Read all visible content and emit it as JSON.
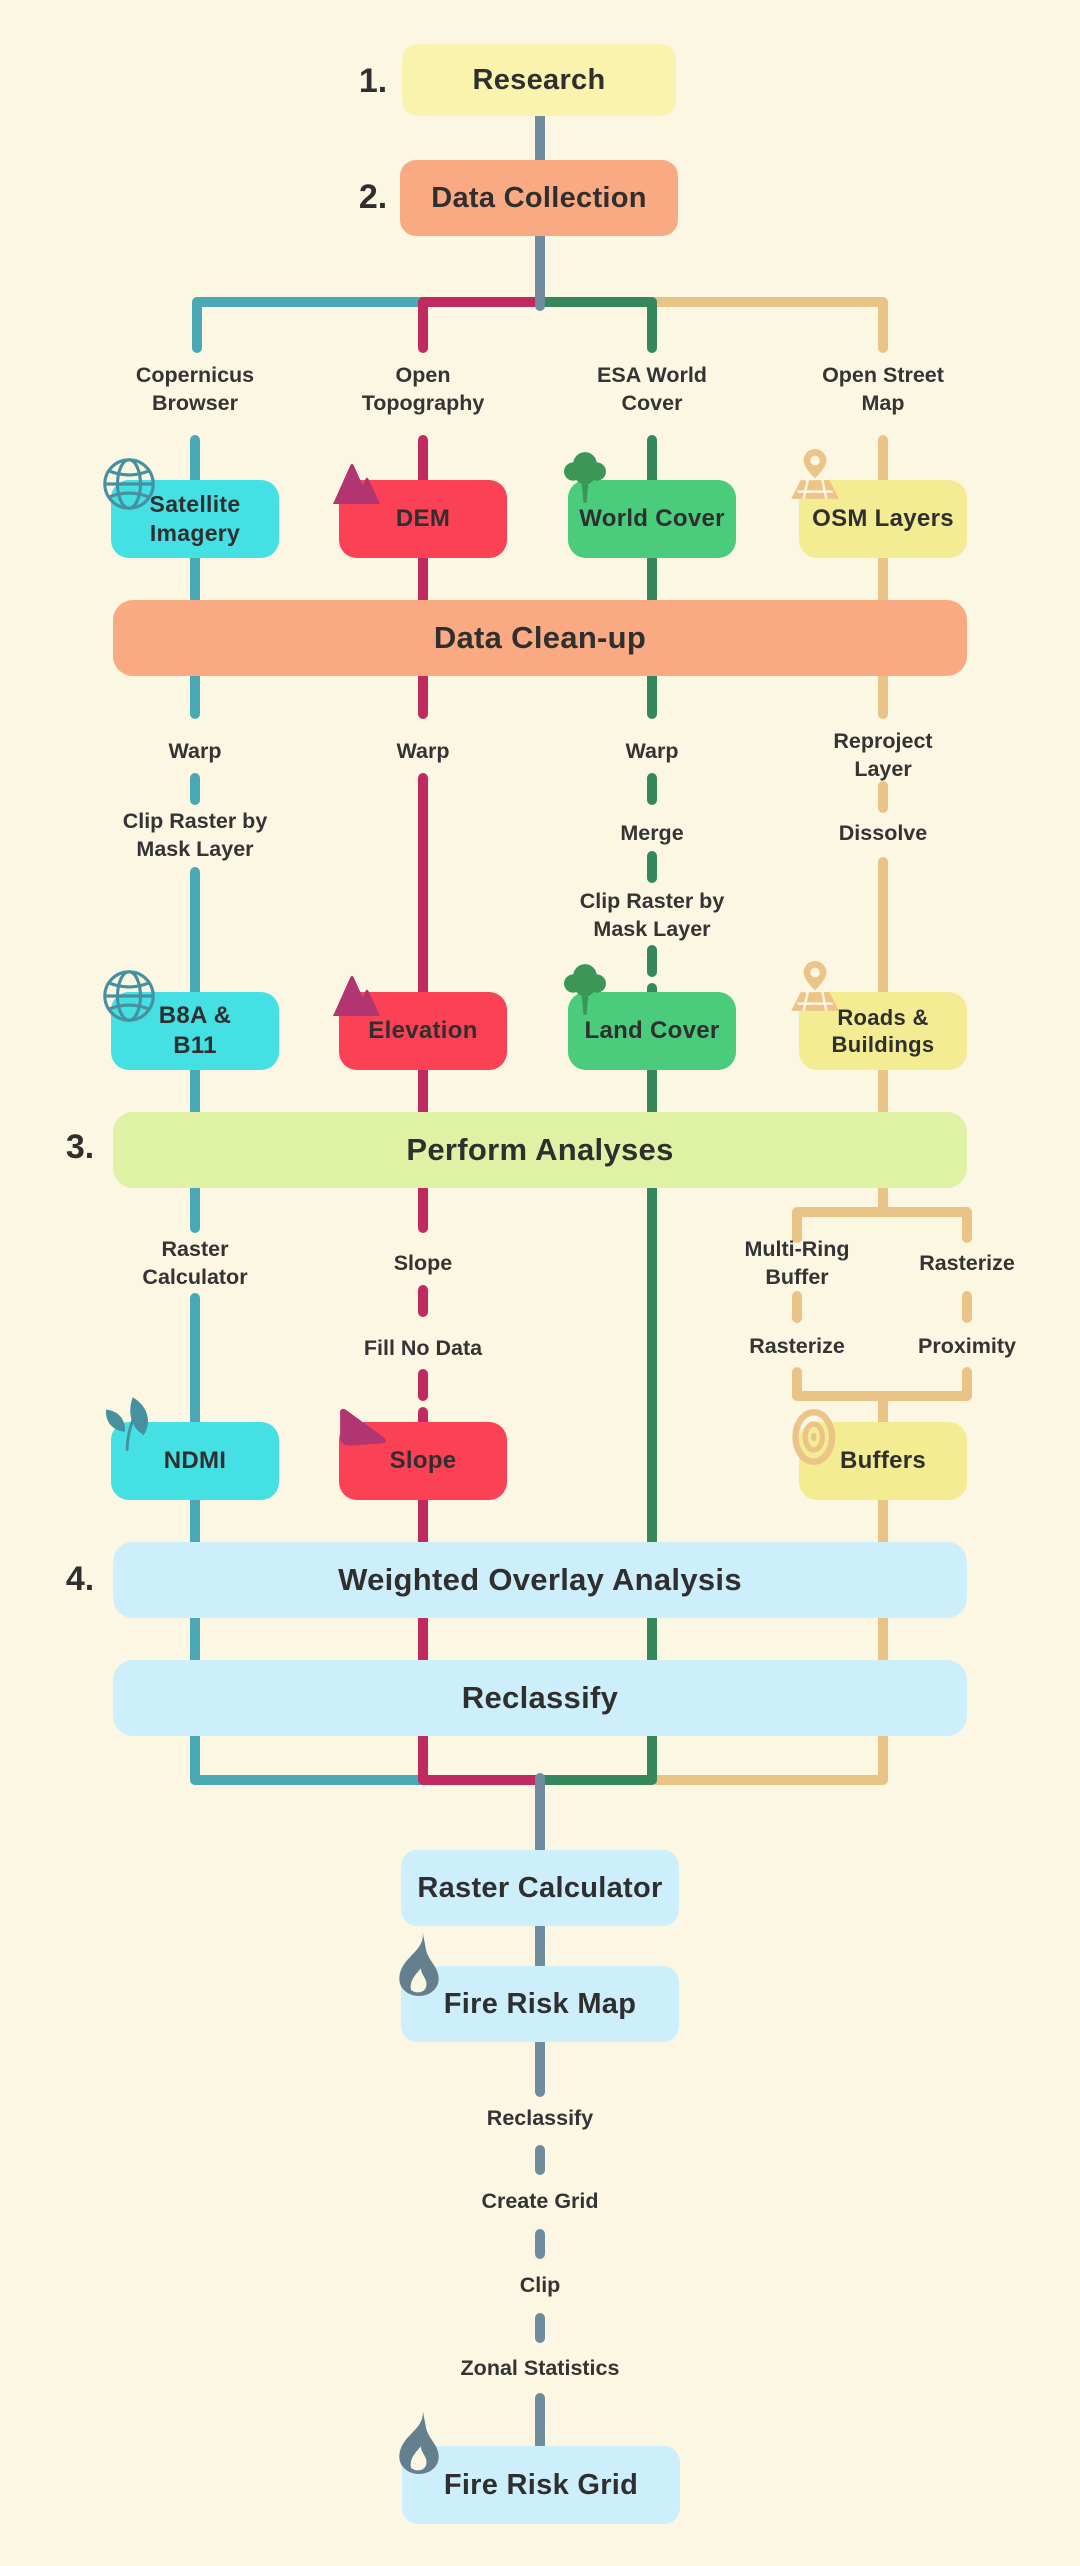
{
  "title": "Fire risk mapping GIS workflow flowchart",
  "steps": [
    {
      "num": "1.",
      "label": "Research"
    },
    {
      "num": "2.",
      "label": "Data Collection"
    }
  ],
  "banners": {
    "data_cleanup": "Data Clean-up",
    "perform_analyses": {
      "num": "3.",
      "label": "Perform Analyses"
    },
    "weighted_overlay": {
      "num": "4.",
      "label": "Weighted Overlay Analysis"
    },
    "reclassify": "Reclassify"
  },
  "columns": [
    {
      "source": "Copernicus\nBrowser",
      "data_box": "Satellite\nImagery",
      "op1": "Warp",
      "op2": "Clip Raster by\nMask Layer",
      "processed_box": "B8A &\nB11",
      "op3": "Raster\nCalculator",
      "result_box": "NDMI",
      "icon": "globe-icon"
    },
    {
      "source": "Open\nTopography",
      "data_box": "DEM",
      "op1": "Warp",
      "processed_box": "Elevation",
      "op3": "Slope",
      "op4": "Fill No Data",
      "result_box": "Slope",
      "icon": "mountain-icon"
    },
    {
      "source": "ESA World\nCover",
      "data_box": "World Cover",
      "op1": "Warp",
      "op2": "Merge",
      "op3": "Clip Raster by\nMask Layer",
      "processed_box": "Land Cover",
      "icon": "tree-icon"
    },
    {
      "source": "Open Street\nMap",
      "data_box": "OSM Layers",
      "op1": "Reproject\nLayer",
      "op2": "Dissolve",
      "processed_box": "Roads &\nBuildings",
      "split": {
        "left_op1": "Multi-Ring\nBuffer",
        "left_op2": "Rasterize",
        "right_op1": "Rasterize",
        "right_op2": "Proximity"
      },
      "result_box": "Buffers",
      "icon": "map-pin-icon"
    }
  ],
  "final_chain": {
    "raster_calculator": "Raster Calculator",
    "fire_risk_map": "Fire Risk Map",
    "ops": [
      "Reclassify",
      "Create Grid",
      "Clip",
      "Zonal Statistics"
    ],
    "fire_risk_grid": "Fire Risk Grid"
  },
  "icons": [
    "globe-icon",
    "mountain-icon",
    "tree-icon",
    "map-pin-icon",
    "leaf-icon",
    "slope-wedge-icon",
    "bullseye-icon",
    "flame-icon"
  ],
  "colors": {
    "background": "#FCF7E3",
    "teal_line": "#4AA9B4",
    "crimson_line": "#C12A61",
    "green_line": "#35885C",
    "tan_line": "#E9C486",
    "slate_line": "#6F8C9C",
    "cyan_box": "#44E0E4",
    "red_box": "#FB4155",
    "green_box": "#4BCB7C",
    "yellow_box": "#F4EC93",
    "pale_yellow_box": "#FAF3AD",
    "orange_box": "#FAAA82",
    "lime_banner": "#DFF1A5",
    "blue_banner": "#CDEFFB",
    "text": "#2F2F2F"
  }
}
